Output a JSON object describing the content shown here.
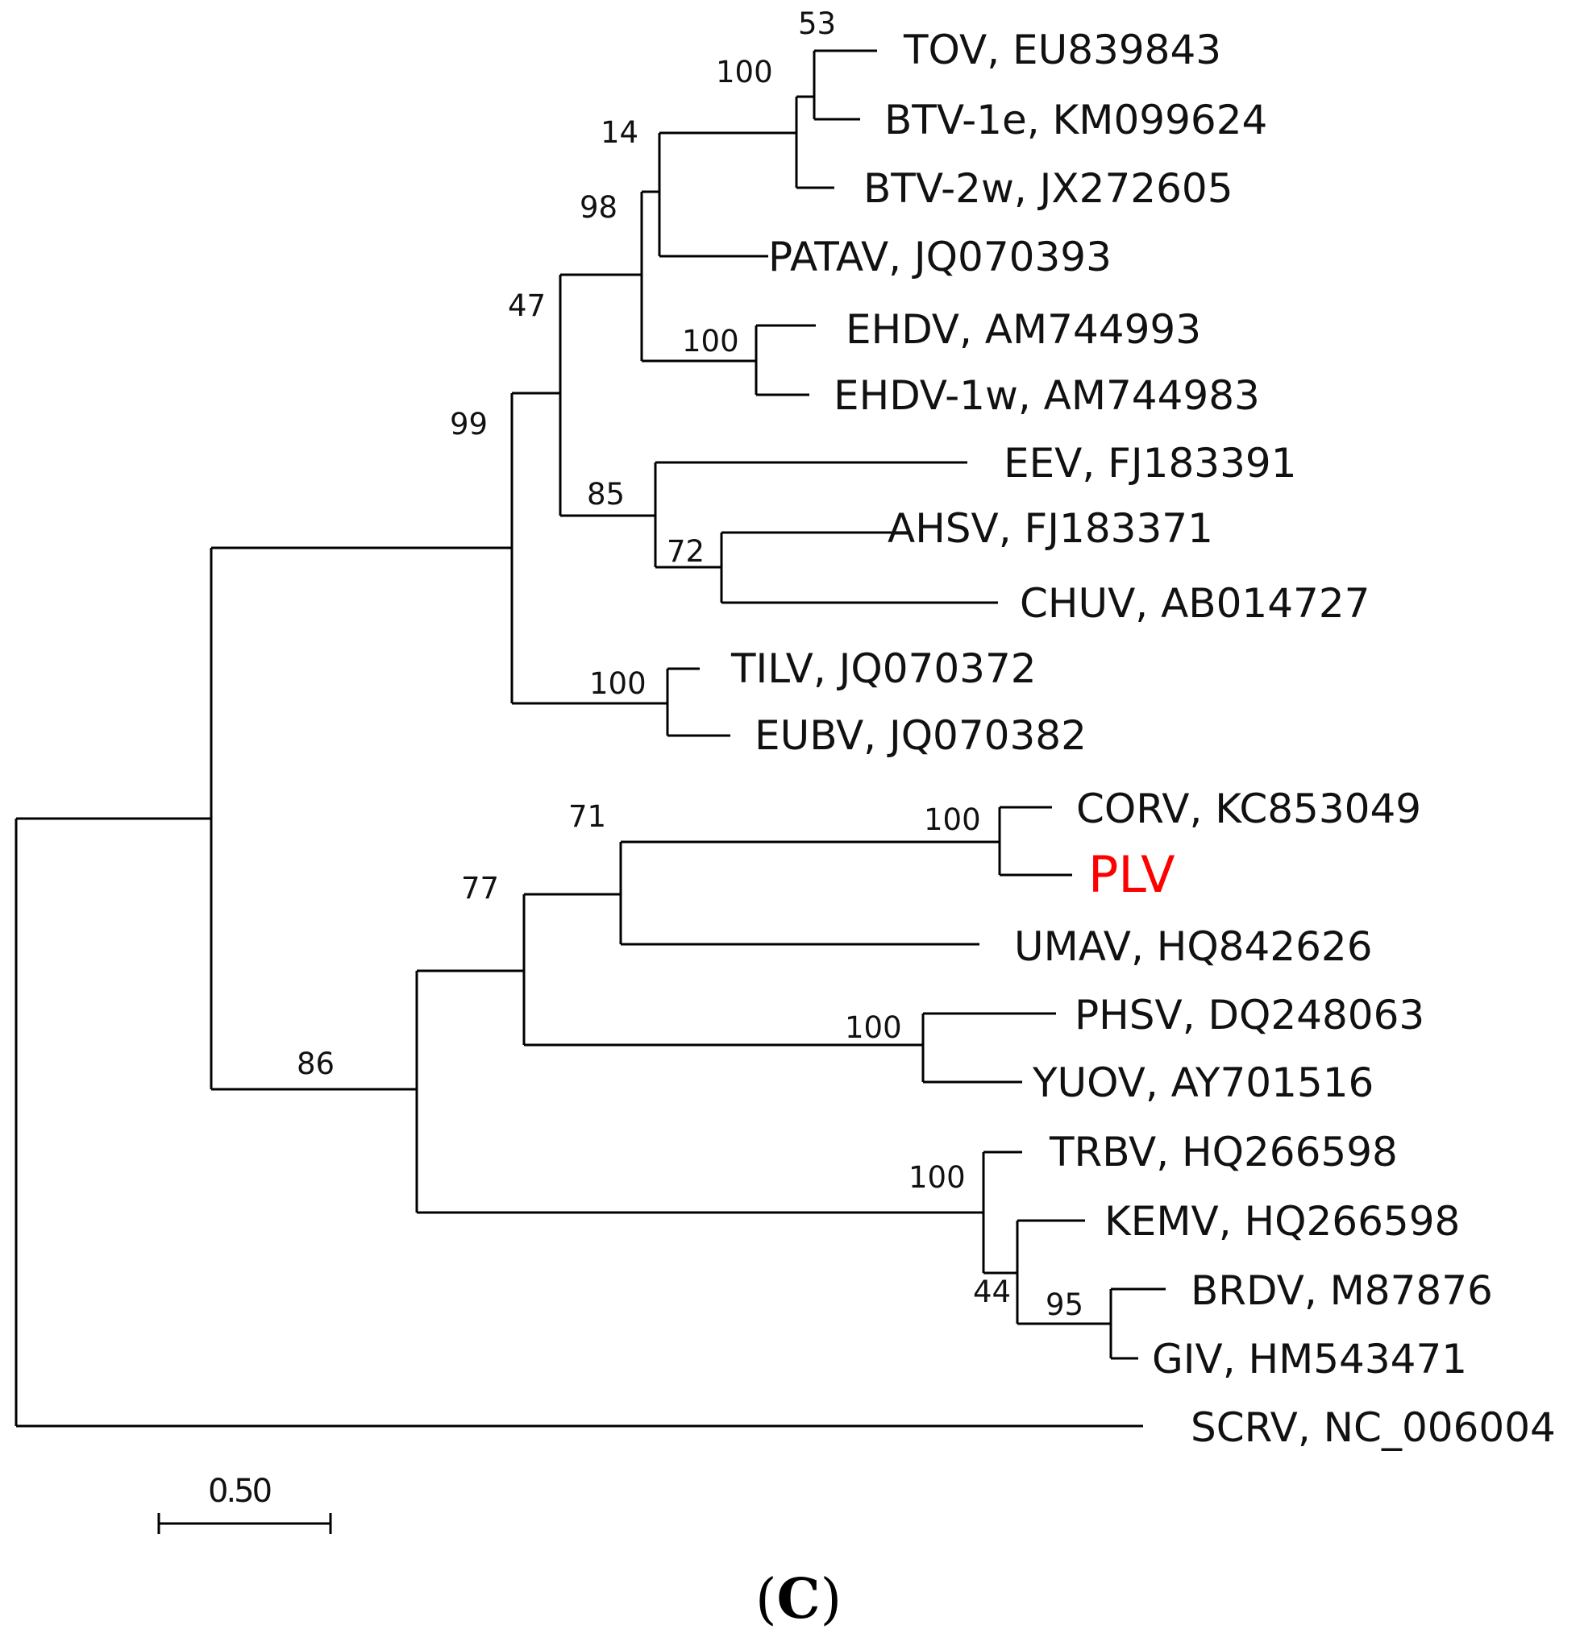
{
  "tree": {
    "leaves": [
      {
        "id": "tov",
        "label": "TOV, EU839843"
      },
      {
        "id": "btv1e",
        "label": "BTV-1e, KM099624"
      },
      {
        "id": "btv2w",
        "label": "BTV-2w, JX272605"
      },
      {
        "id": "patav",
        "label": "PATAV, JQ070393"
      },
      {
        "id": "ehdv",
        "label": "EHDV, AM744993"
      },
      {
        "id": "ehdv1w",
        "label": "EHDV-1w, AM744983"
      },
      {
        "id": "eev",
        "label": "EEV, FJ183391"
      },
      {
        "id": "ahsv",
        "label": "AHSV, FJ183371"
      },
      {
        "id": "chuv",
        "label": "CHUV, AB014727"
      },
      {
        "id": "tilv",
        "label": "TILV, JQ070372"
      },
      {
        "id": "eubv",
        "label": "EUBV, JQ070382"
      },
      {
        "id": "corv",
        "label": "CORV, KC853049"
      },
      {
        "id": "plv",
        "label": "PLV",
        "highlight": true
      },
      {
        "id": "umav",
        "label": "UMAV, HQ842626"
      },
      {
        "id": "phsv",
        "label": "PHSV, DQ248063"
      },
      {
        "id": "yuov",
        "label": "YUOV, AY701516"
      },
      {
        "id": "trbv",
        "label": "TRBV, HQ266598"
      },
      {
        "id": "kemv",
        "label": "KEMV, HQ266598"
      },
      {
        "id": "brdv",
        "label": "BRDV, M87876"
      },
      {
        "id": "giv",
        "label": "GIV, HM543471"
      },
      {
        "id": "scrv",
        "label": "SCRV, NC_006004"
      }
    ],
    "support_values": [
      {
        "clade": "TOV + BTV-1e",
        "value": "53"
      },
      {
        "clade": "TOV + BTV-1e + BTV-2w",
        "value": "100"
      },
      {
        "clade": "BTV group + PATAV",
        "value": "14"
      },
      {
        "clade": "BTV group + PATAV + EHDV group",
        "value": "98"
      },
      {
        "clade": "EHDV + EHDV-1w",
        "value": "100"
      },
      {
        "clade": "Orbivirus main clade",
        "value": "47"
      },
      {
        "clade": "EEV + AHSV + CHUV",
        "value": "85"
      },
      {
        "clade": "AHSV + CHUV",
        "value": "72"
      },
      {
        "clade": "upper clade incl. TILV/EUBV",
        "value": "99"
      },
      {
        "clade": "TILV + EUBV",
        "value": "100"
      },
      {
        "clade": "CORV + PLV",
        "value": "100"
      },
      {
        "clade": "CORV + PLV + UMAV",
        "value": "71"
      },
      {
        "clade": "CORV/PLV/UMAV + PHSV/YUOV",
        "value": "77"
      },
      {
        "clade": "PHSV + YUOV",
        "value": "100"
      },
      {
        "clade": "lower clade",
        "value": "86"
      },
      {
        "clade": "TRBV + KEMV + BRDV + GIV",
        "value": "100"
      },
      {
        "clade": "KEMV + BRDV + GIV",
        "value": "44"
      },
      {
        "clade": "BRDV + GIV",
        "value": "95"
      }
    ],
    "scale_bar": {
      "label": "0.50"
    },
    "highlight_color": "#ff0000"
  },
  "panel": {
    "open": "(",
    "letter": "C",
    "close": ")"
  }
}
